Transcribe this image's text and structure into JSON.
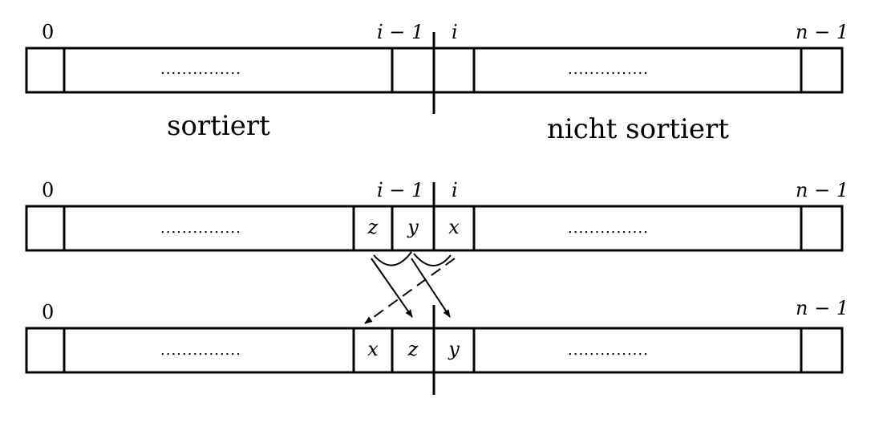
{
  "rows": [
    {
      "index_labels": {
        "first": "0",
        "prev": "i − 1",
        "cur": "i",
        "last": "n − 1"
      },
      "region_labels": {
        "sorted": "sortiert",
        "unsorted": "nicht sortiert"
      },
      "cells": [
        "",
        "",
        ""
      ],
      "left_dots": "...............",
      "right_dots": "..............."
    },
    {
      "index_labels": {
        "first": "0",
        "prev": "i − 1",
        "cur": "i",
        "last": "n − 1"
      },
      "cells": [
        "z",
        "y",
        "x"
      ],
      "left_dots": "...............",
      "right_dots": "..............."
    },
    {
      "index_labels": {
        "first": "0",
        "last": "n − 1"
      },
      "cells": [
        "x",
        "z",
        "y"
      ],
      "left_dots": "...............",
      "right_dots": "..............."
    }
  ],
  "colors": {
    "stroke": "#000000",
    "background": "#ffffff"
  }
}
